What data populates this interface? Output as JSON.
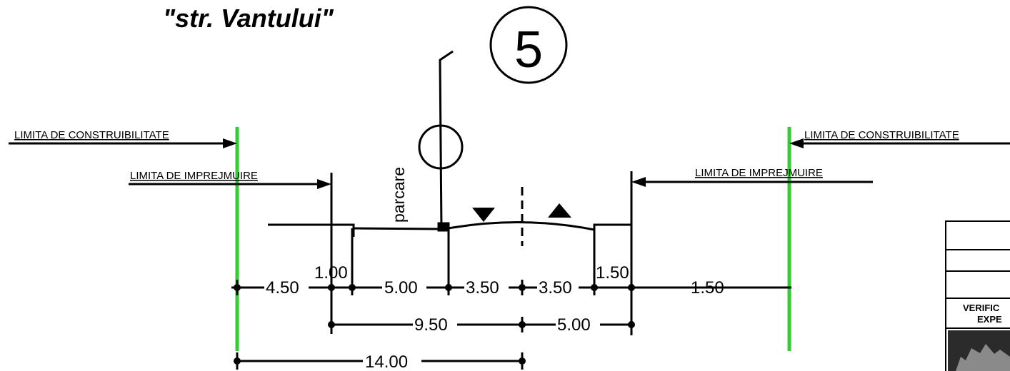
{
  "street_name": "\"str. Vantului\"",
  "profile_number": "5",
  "left": {
    "construction_limit": "LIMITA DE CONSTRUIBILITATE",
    "fence_limit": "LIMITA DE IMPREJMUIRE"
  },
  "right": {
    "construction_limit": "LIMITA DE CONSTRUIBILITATE",
    "fence_limit": "LIMITA DE IMPREJMUIRE"
  },
  "parking_label": "parcare",
  "dimensions": {
    "d_4_50": "4.50",
    "d_1_00": "1.00",
    "d_5_00_parking": "5.00",
    "d_3_50_left": "3.50",
    "d_3_50_right": "3.50",
    "d_1_50_sidewalk": "1.50",
    "d_1_50_right": "1.50",
    "d_9_50": "9.50",
    "d_5_00_half": "5.00",
    "d_14_00": "14.00"
  },
  "title_block": {
    "line1": "VERIFIC",
    "line2": "EXPE"
  },
  "colors": {
    "limit_line": "#33cc33",
    "ink": "#000000"
  }
}
